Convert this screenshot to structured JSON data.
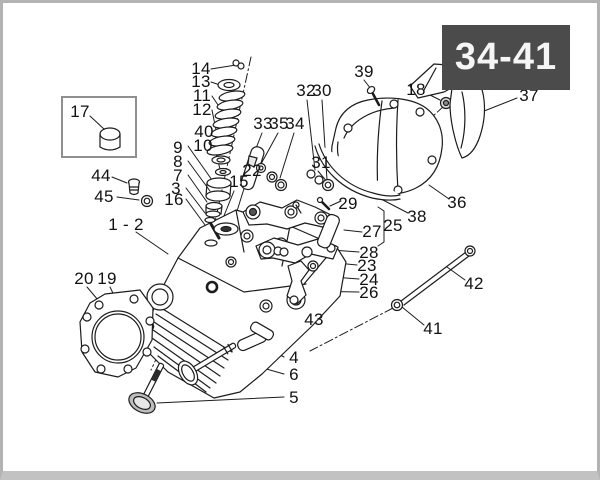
{
  "page": {
    "badge_text": "34-41",
    "badge_bg": "#4b4b4b",
    "badge_fg": "#f5f5f5",
    "background": "#ffffff",
    "border_color": "#b3b3b3",
    "line_color": "#1c1c1c"
  },
  "inset": {
    "label": "17"
  },
  "labels": {
    "l14": "14",
    "l13": "13",
    "l11": "11",
    "l12": "12",
    "l40": "40",
    "l10": "10",
    "l9": "9",
    "l8": "8",
    "l7": "7",
    "l3": "3",
    "l16": "16",
    "l44": "44",
    "l45": "45",
    "l1_2": "1 - 2",
    "l20": "20",
    "l19": "19",
    "l22": "22",
    "l15": "15",
    "l33": "33",
    "l35": "35",
    "l34": "34",
    "l32": "32",
    "l30": "30",
    "l31": "31",
    "l39": "39",
    "l18": "18",
    "l37": "37",
    "l36": "36",
    "l29": "29",
    "l38": "38",
    "l27": "27",
    "l25": "25",
    "l28": "28",
    "l23": "23",
    "l24": "24",
    "l26": "26",
    "l43": "43",
    "l41": "41",
    "l42": "42",
    "l4": "4",
    "l6": "6",
    "l5": "5"
  }
}
